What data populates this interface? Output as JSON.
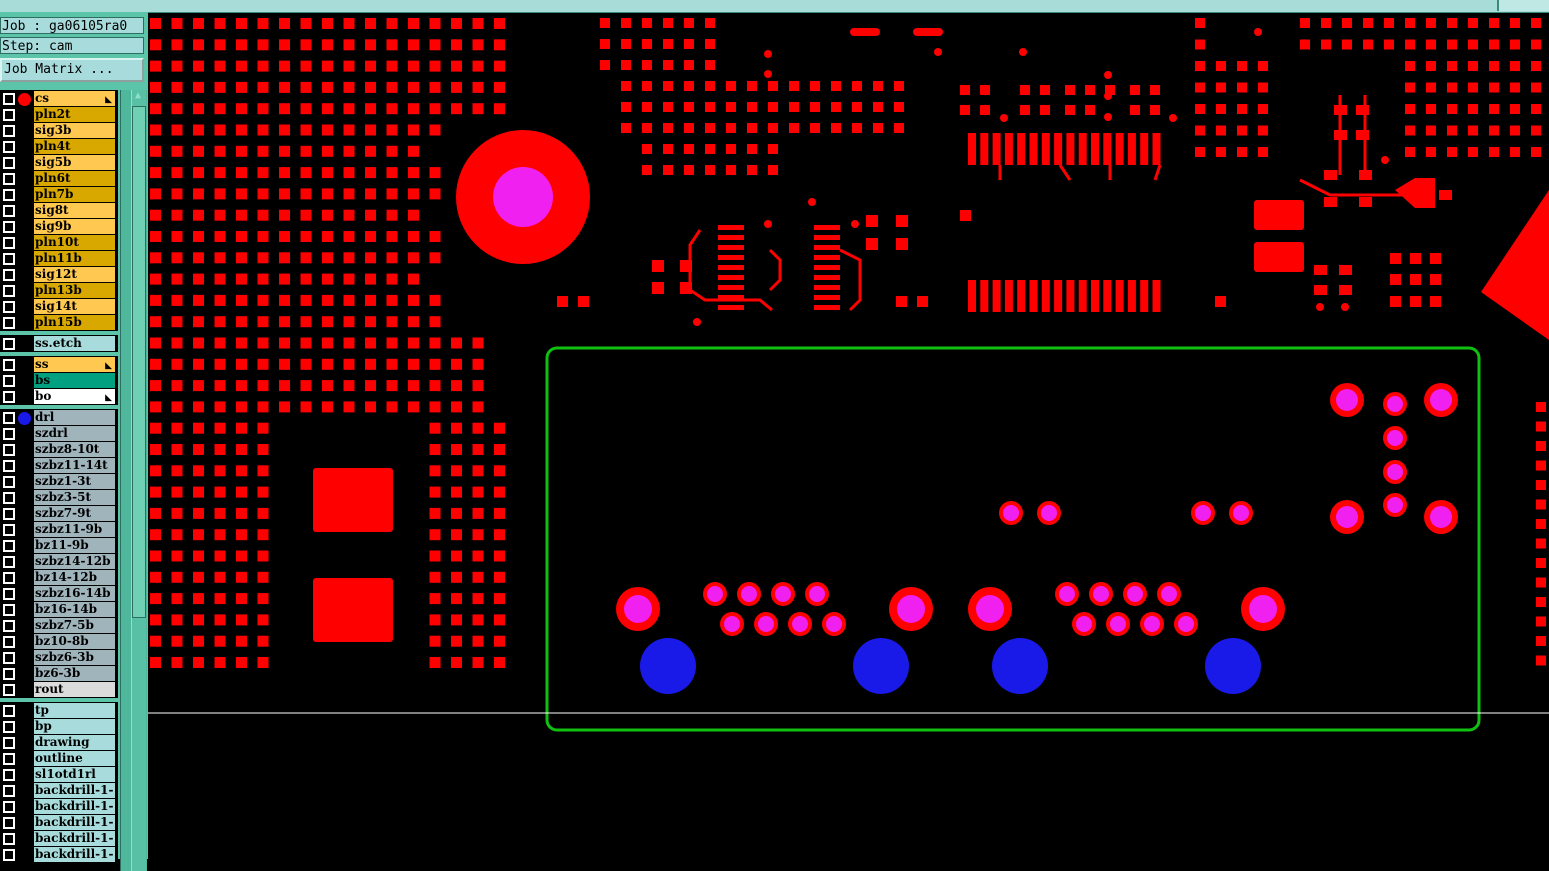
{
  "header": {
    "job_label": "Job : ga06105ra0",
    "step_label": "Step: cam",
    "job_matrix_button": "Job Matrix ..."
  },
  "colors": {
    "signal_light": "#ffc850",
    "signal_dark": "#d8a800",
    "drill": "#a0b4bc",
    "misc": "#a8dcdc",
    "bs": "#00a080",
    "bo": "#ffffff",
    "rout": "#dcdcdc",
    "pad_red": "#ff0000",
    "drill_magenta": "#f020f0",
    "hole_blue": "#1a1ae8",
    "outline_green": "#10c010"
  },
  "layer_groups": [
    {
      "layers": [
        {
          "name": "cs",
          "color": "#ffc850",
          "marker": "#ff0000",
          "affected": true
        },
        {
          "name": "pln2t",
          "color": "#d8a800"
        },
        {
          "name": "sig3b",
          "color": "#ffc850"
        },
        {
          "name": "pln4t",
          "color": "#d8a800"
        },
        {
          "name": "sig5b",
          "color": "#ffc850"
        },
        {
          "name": "pln6t",
          "color": "#d8a800"
        },
        {
          "name": "pln7b",
          "color": "#d8a800"
        },
        {
          "name": "sig8t",
          "color": "#ffc850"
        },
        {
          "name": "sig9b",
          "color": "#ffc850"
        },
        {
          "name": "pln10t",
          "color": "#d8a800"
        },
        {
          "name": "pln11b",
          "color": "#d8a800"
        },
        {
          "name": "sig12t",
          "color": "#ffc850"
        },
        {
          "name": "pln13b",
          "color": "#d8a800"
        },
        {
          "name": "sig14t",
          "color": "#ffc850"
        },
        {
          "name": "pln15b",
          "color": "#d8a800"
        }
      ]
    },
    {
      "layers": [
        {
          "name": "ss.etch",
          "color": "#a8dcdc"
        }
      ]
    },
    {
      "layers": [
        {
          "name": "ss",
          "color": "#ffc850",
          "affected": true
        },
        {
          "name": "bs",
          "color": "#00a080"
        },
        {
          "name": "bo",
          "color": "#ffffff",
          "affected": true
        }
      ]
    },
    {
      "layers": [
        {
          "name": "drl",
          "color": "#a0b4bc",
          "marker": "#1a1ae8"
        },
        {
          "name": "szdrl",
          "color": "#a0b4bc"
        },
        {
          "name": "szbz8-10t",
          "color": "#a0b4bc"
        },
        {
          "name": "szbz11-14t",
          "color": "#a0b4bc"
        },
        {
          "name": "szbz1-3t",
          "color": "#a0b4bc"
        },
        {
          "name": "szbz3-5t",
          "color": "#a0b4bc"
        },
        {
          "name": "szbz7-9t",
          "color": "#a0b4bc"
        },
        {
          "name": "szbz11-9b",
          "color": "#a0b4bc"
        },
        {
          "name": "bz11-9b",
          "color": "#a0b4bc"
        },
        {
          "name": "szbz14-12b",
          "color": "#a0b4bc"
        },
        {
          "name": "bz14-12b",
          "color": "#a0b4bc"
        },
        {
          "name": "szbz16-14b",
          "color": "#a0b4bc"
        },
        {
          "name": "bz16-14b",
          "color": "#a0b4bc"
        },
        {
          "name": "szbz7-5b",
          "color": "#a0b4bc"
        },
        {
          "name": "bz10-8b",
          "color": "#a0b4bc"
        },
        {
          "name": "szbz6-3b",
          "color": "#a0b4bc"
        },
        {
          "name": "bz6-3b",
          "color": "#a0b4bc"
        },
        {
          "name": "rout",
          "color": "#dcdcdc"
        }
      ]
    },
    {
      "layers": [
        {
          "name": "tp",
          "color": "#a8dcdc"
        },
        {
          "name": "bp",
          "color": "#a8dcdc"
        },
        {
          "name": "drawing",
          "color": "#a8dcdc"
        },
        {
          "name": "outline",
          "color": "#a8dcdc"
        },
        {
          "name": "sl1otd1rl",
          "color": "#a8dcdc"
        },
        {
          "name": "backdrill-1-",
          "color": "#a8dcdc"
        },
        {
          "name": "backdrill-1-",
          "color": "#a8dcdc"
        },
        {
          "name": "backdrill-1-",
          "color": "#a8dcdc"
        },
        {
          "name": "backdrill-1-",
          "color": "#a8dcdc"
        },
        {
          "name": "backdrill-1-",
          "color": "#a8dcdc"
        }
      ]
    }
  ]
}
